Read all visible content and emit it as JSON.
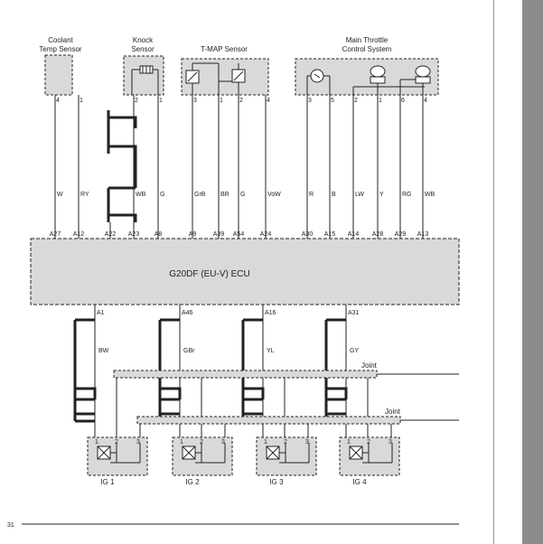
{
  "page_number": "31",
  "ecu": {
    "label": "G20DF (EU-V) ECU"
  },
  "sensors": [
    {
      "id": "coolant",
      "title_line1": "Coolant",
      "title_line2": "Temp Sensor"
    },
    {
      "id": "knock",
      "title_line1": "Knock",
      "title_line2": "Sensor"
    },
    {
      "id": "tmap",
      "title_line1": "T-MAP Sensor",
      "title_line2": ""
    },
    {
      "id": "throttle",
      "title_line1": "Main Throttle",
      "title_line2": "Control System"
    }
  ],
  "top_wires": [
    {
      "pin": "4",
      "color": "W",
      "ecu_pin": "A27"
    },
    {
      "pin": "1",
      "color": "RY",
      "ecu_pin": "A12"
    },
    {
      "pin": "",
      "color": "",
      "ecu_pin": "A22"
    },
    {
      "pin": "2",
      "color": "WB",
      "ecu_pin": "A23"
    },
    {
      "pin": "1",
      "color": "G",
      "ecu_pin": "A8"
    },
    {
      "pin": "3",
      "color": "GrB",
      "ecu_pin": "A9"
    },
    {
      "pin": "1",
      "color": "BR",
      "ecu_pin": "A39"
    },
    {
      "pin": "2",
      "color": "G",
      "ecu_pin": "A54"
    },
    {
      "pin": "4",
      "color": "VoW",
      "ecu_pin": "A24"
    },
    {
      "pin": "3",
      "color": "R",
      "ecu_pin": "A30"
    },
    {
      "pin": "5",
      "color": "B",
      "ecu_pin": "A15"
    },
    {
      "pin": "2",
      "color": "LW",
      "ecu_pin": "A14"
    },
    {
      "pin": "1",
      "color": "Y",
      "ecu_pin": "A28"
    },
    {
      "pin": "6",
      "color": "RG",
      "ecu_pin": "A29"
    },
    {
      "pin": "4",
      "color": "WB",
      "ecu_pin": "A13"
    }
  ],
  "bottom_wires": [
    {
      "ecu_pin": "A1",
      "color": "BW"
    },
    {
      "ecu_pin": "A46",
      "color": "GBr"
    },
    {
      "ecu_pin": "A16",
      "color": "YL"
    },
    {
      "ecu_pin": "A31",
      "color": "GY"
    }
  ],
  "joints": [
    {
      "label": "Joint"
    },
    {
      "label": "Joint"
    }
  ],
  "ignition_coils": [
    {
      "label": "IG 1",
      "pins": [
        "1",
        "2",
        "3"
      ]
    },
    {
      "label": "IG 2",
      "pins": [
        "1",
        "2",
        "3"
      ]
    },
    {
      "label": "IG 3",
      "pins": [
        "1",
        "2",
        "3"
      ]
    },
    {
      "label": "IG 4",
      "pins": [
        "1",
        "2",
        "3"
      ]
    }
  ],
  "colors": {
    "box_fill": "#d9d9d9",
    "line": "#222222",
    "side_bar": "#8c8c8c"
  }
}
